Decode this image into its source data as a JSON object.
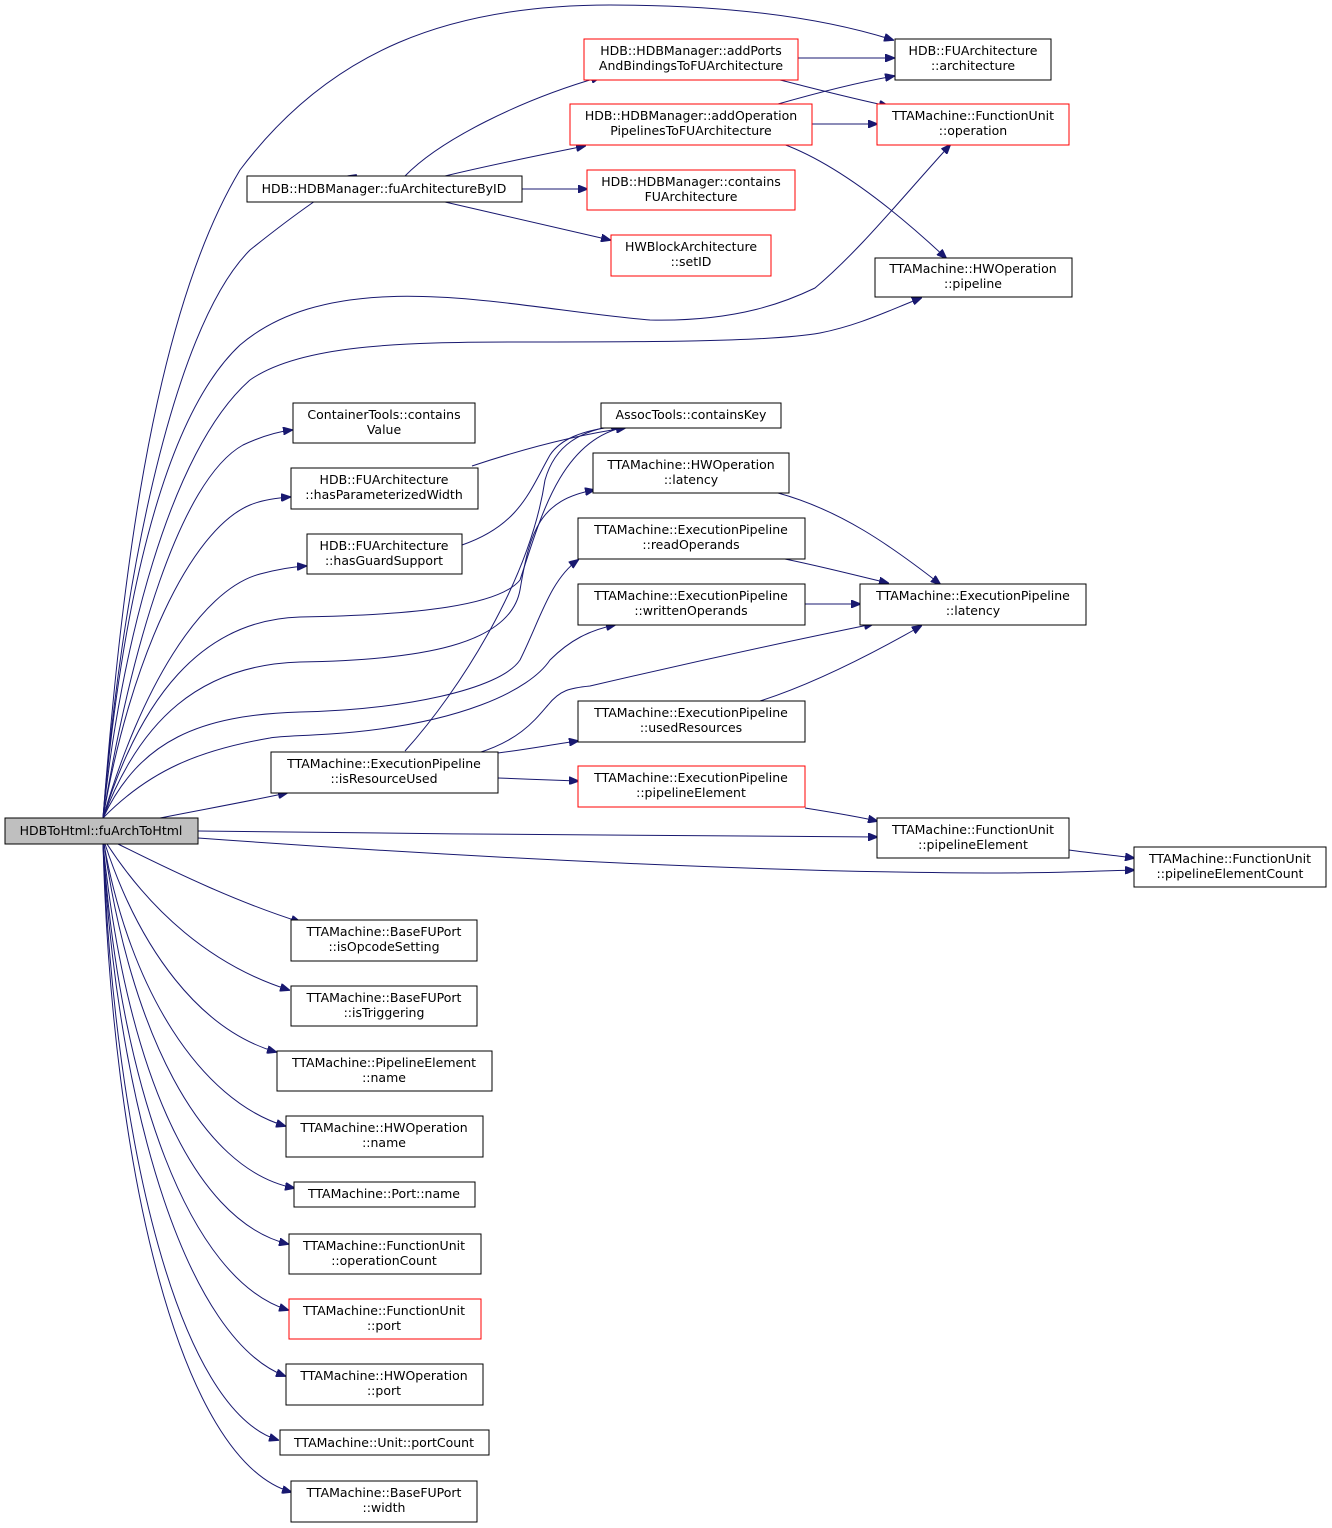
{
  "colors": {
    "edge": "#191970",
    "node_border": "#000000",
    "incomplete_border": "#ff0000",
    "root_fill": "#bfbfbf"
  },
  "nodes": {
    "root": [
      "HDBToHtml::fuArchToHtml"
    ],
    "fuArchByID": [
      "HDB::HDBManager::fuArchitectureByID"
    ],
    "addPorts": [
      "HDB::HDBManager::addPorts",
      "AndBindingsToFUArchitecture"
    ],
    "addOpPipe": [
      "HDB::HDBManager::addOperation",
      "PipelinesToFUArchitecture"
    ],
    "containsFU": [
      "HDB::HDBManager::contains",
      "FUArchitecture"
    ],
    "setID": [
      "HWBlockArchitecture",
      "::setID"
    ],
    "architecture": [
      "HDB::FUArchitecture",
      "::architecture"
    ],
    "fuOperation": [
      "TTAMachine::FunctionUnit",
      "::operation"
    ],
    "hwPipeline": [
      "TTAMachine::HWOperation",
      "::pipeline"
    ],
    "containsValue": [
      "ContainerTools::contains",
      "Value"
    ],
    "hasParamWidth": [
      "HDB::FUArchitecture",
      "::hasParameterizedWidth"
    ],
    "hasGuard": [
      "HDB::FUArchitecture",
      "::hasGuardSupport"
    ],
    "containsKey": [
      "AssocTools::containsKey"
    ],
    "hwLatency": [
      "TTAMachine::HWOperation",
      "::latency"
    ],
    "readOperands": [
      "TTAMachine::ExecutionPipeline",
      "::readOperands"
    ],
    "writtenOperands": [
      "TTAMachine::ExecutionPipeline",
      "::writtenOperands"
    ],
    "epLatency": [
      "TTAMachine::ExecutionPipeline",
      "::latency"
    ],
    "usedResources": [
      "TTAMachine::ExecutionPipeline",
      "::usedResources"
    ],
    "isResourceUsed": [
      "TTAMachine::ExecutionPipeline",
      "::isResourceUsed"
    ],
    "epPipelineElement": [
      "TTAMachine::ExecutionPipeline",
      "::pipelineElement"
    ],
    "fuPipelineElement": [
      "TTAMachine::FunctionUnit",
      "::pipelineElement"
    ],
    "fuPipelineElementCount": [
      "TTAMachine::FunctionUnit",
      "::pipelineElementCount"
    ],
    "isOpcodeSetting": [
      "TTAMachine::BaseFUPort",
      "::isOpcodeSetting"
    ],
    "isTriggering": [
      "TTAMachine::BaseFUPort",
      "::isTriggering"
    ],
    "peName": [
      "TTAMachine::PipelineElement",
      "::name"
    ],
    "hwName": [
      "TTAMachine::HWOperation",
      "::name"
    ],
    "portName": [
      "TTAMachine::Port::name"
    ],
    "opCount": [
      "TTAMachine::FunctionUnit",
      "::operationCount"
    ],
    "fuPort": [
      "TTAMachine::FunctionUnit",
      "::port"
    ],
    "hwPort": [
      "TTAMachine::HWOperation",
      "::port"
    ],
    "portCount": [
      "TTAMachine::Unit::portCount"
    ],
    "width": [
      "TTAMachine::BaseFUPort",
      "::width"
    ]
  }
}
